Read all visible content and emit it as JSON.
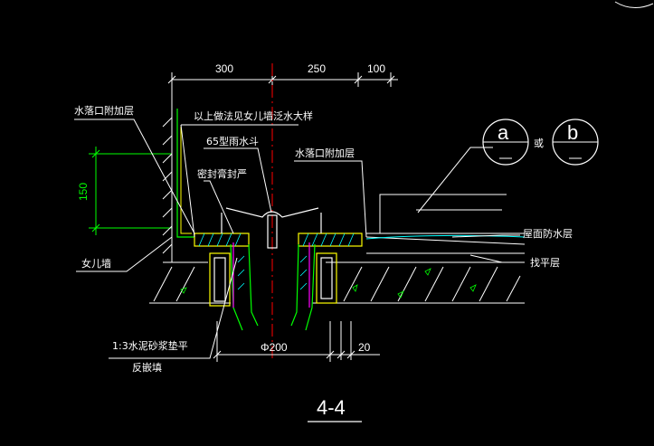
{
  "title": "4-4",
  "dimensions": {
    "top_left": "300",
    "top_mid": "250",
    "top_right": "100",
    "left_vertical": "150",
    "bottom_dia": "Φ200",
    "bottom_right": "20"
  },
  "labels": {
    "drain_reinforce_left": "水落口附加层",
    "above_detail_note": "以上做法见女儿墙泛水大样",
    "drain_type": "65型雨水斗",
    "sealant": "密封膏封严",
    "drain_reinforce_right": "水落口附加层",
    "parapet": "女儿墙",
    "roof_waterproof": "屋面防水层",
    "leveling": "找平层",
    "mortar_line1": "1:3水泥砂浆垫平",
    "mortar_line2": "反嵌填"
  },
  "callouts": {
    "a": "a",
    "or": "或",
    "b": "b"
  },
  "colors": {
    "background": "#000000",
    "structure": "#00ff00",
    "leader": "#ffffff",
    "accent": "#ffff00",
    "hatch": "#00ffff"
  }
}
